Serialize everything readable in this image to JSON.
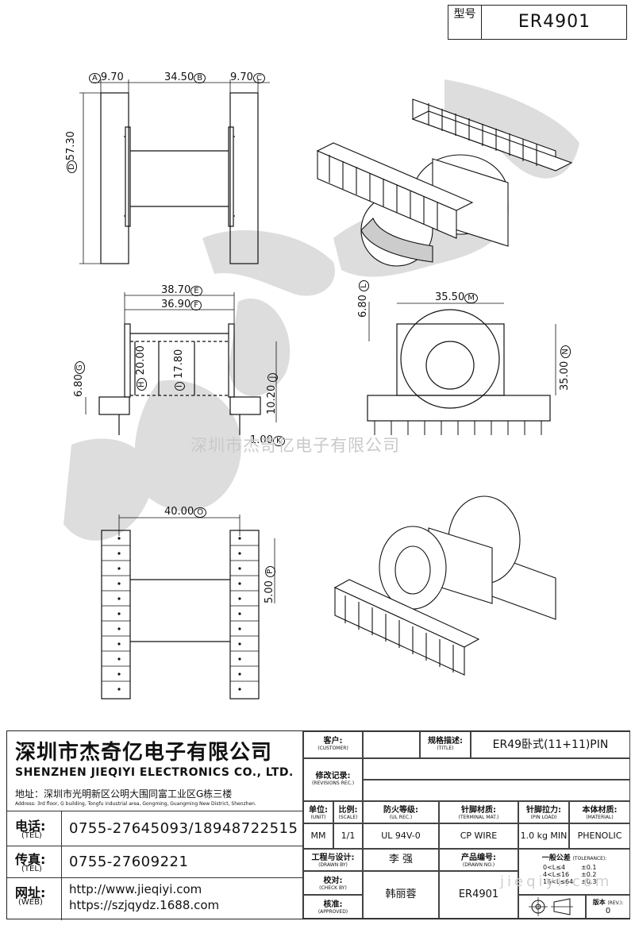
{
  "model": {
    "label": "型号",
    "value": "ER4901"
  },
  "dimensions": {
    "A": "A",
    "a_val": "9.70",
    "B": "B",
    "b_val": "34.50",
    "C": "C",
    "c_val": "9.70",
    "D": "D",
    "d_val": "57.30",
    "E": "E",
    "e_val": "38.70",
    "F": "F",
    "f_val": "36.90",
    "G": "G",
    "g_val": "6.80",
    "H": "H",
    "h_val": "20.00",
    "I": "I",
    "i_val": "17.80",
    "J": "J",
    "j_val": "10.20",
    "K": "K",
    "k_val": "1.00",
    "L": "L",
    "l_val": "6.80",
    "M": "M",
    "m_val": "35.50",
    "N": "N",
    "n_val": "35.00",
    "O": "O",
    "o_val": "40.00",
    "P": "P",
    "p_val": "5.00"
  },
  "watermark": {
    "company": "深圳市杰奇亿电子有限公司",
    "site": "jieqiyi.com"
  },
  "company": {
    "name_cn": "深圳市杰奇亿电子有限公司",
    "name_en": "SHENZHEN JIEQIYI ELECTRONICS CO., LTD.",
    "address_cn": "地址：深圳市光明新区公明大围同富工业区G栋三楼",
    "address_en": "Address: 3rd floor, G building, Tongfu industrial area, Gongming, Guangming New District, Shenzhen.",
    "tel_label_cn": "电话:",
    "tel_label_en": "(TEL)",
    "tel": "0755-27645093/18948722515",
    "fax_label_cn": "传真:",
    "fax_label_en": "(TEL)",
    "fax": "0755-27609221",
    "web_label_cn": "网址:",
    "web_label_en": "(WEB)",
    "web1": "http://www.jieqiyi.com",
    "web2": "https://szjqydz.1688.com"
  },
  "titleblock": {
    "customer_cn": "客户:",
    "customer_en": "(CUSTOMER)",
    "customer": "",
    "title_cn": "规格描述:",
    "title_en": "(TITLE)",
    "title": "ER49卧式(11+11)PIN",
    "rev_cn": "修改记录:",
    "rev_en": "(REVISIONS REC.)",
    "unit_cn": "单位:",
    "unit_en": "(UNIT)",
    "unit": "MM",
    "scale_cn": "比例:",
    "scale_en": "(SCALE)",
    "scale": "1/1",
    "ul_cn": "防火等级:",
    "ul_en": "(UL REC.)",
    "ul": "UL 94V-0",
    "term_cn": "针脚材质:",
    "term_en": "(TERMINAL MAT.)",
    "term": "CP WIRE",
    "load_cn": "针脚拉力:",
    "load_en": "(PIN LOAD)",
    "load": "1.0 kg MIN",
    "mat_cn": "本体材质:",
    "mat_en": "(MATERIAL)",
    "mat": "PHENOLIC",
    "drawn_cn": "工程与设计:",
    "drawn_en": "(DRAWN BY)",
    "drawn": "李 强",
    "check_cn": "校对:",
    "check_en": "(CHECK BY)",
    "appr_cn": "核准:",
    "appr_en": "(APPROVED)",
    "appr": "韩丽蓉",
    "dno_cn": "产品编号:",
    "dno_en": "(DRAWN NO.)",
    "dno": "ER4901",
    "tol_cn": "一般公差",
    "tol_en": "(TOLERANCE):",
    "tol1": "0<L≤4",
    "tol1v": "±0.1",
    "tol2": "4<L≤16",
    "tol2v": "±0.2",
    "tol3": "16<L≤64",
    "tol3v": "±0.3",
    "ver_cn": "版本",
    "ver_en": "(REV.):",
    "ver": "0"
  }
}
